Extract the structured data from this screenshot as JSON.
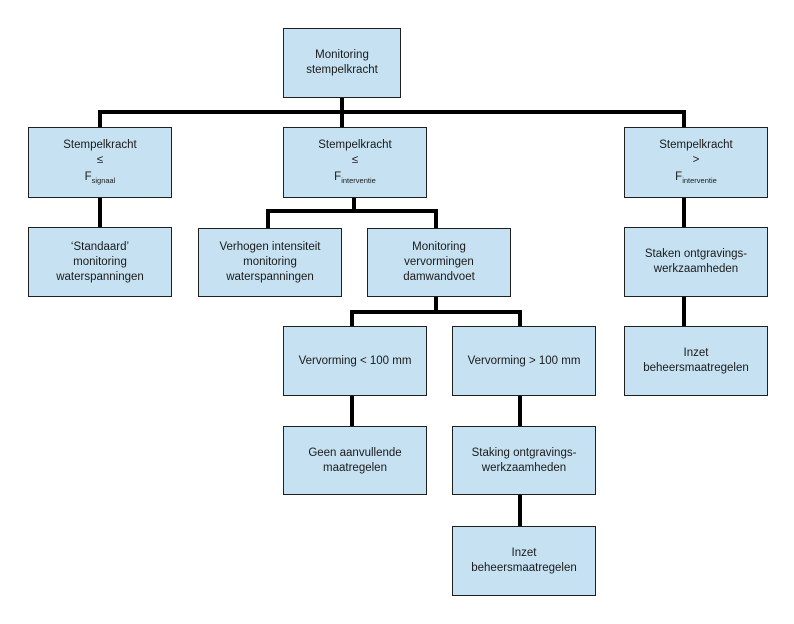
{
  "nodes": {
    "root": {
      "lines": [
        "Monitoring",
        "stempelkracht"
      ]
    },
    "left": {
      "line1": "Stempelkracht",
      "line2": "≤",
      "f": "F",
      "sub": "signaal"
    },
    "middle": {
      "line1": "Stempelkracht",
      "line2": "≤",
      "f": "F",
      "sub": "interventie"
    },
    "right": {
      "line1": "Stempelkracht",
      "line2": ">",
      "f": "F",
      "sub": "interventie"
    },
    "standaard": {
      "lines": [
        "‘Standaard’",
        "monitoring",
        "waterspanningen"
      ]
    },
    "verhogen": {
      "lines": [
        "Verhogen intensiteit",
        "monitoring",
        "waterspanningen"
      ]
    },
    "vervormingen": {
      "lines": [
        "Monitoring",
        "vervormingen",
        "damwandvoet"
      ]
    },
    "staken": {
      "lines": [
        "Staken ontgravings-",
        "werkzaamheden"
      ]
    },
    "lt100": {
      "lines": [
        "Vervorming < 100 mm"
      ]
    },
    "gt100": {
      "lines": [
        "Vervorming > 100 mm"
      ]
    },
    "inzet_right": {
      "lines": [
        "Inzet",
        "beheersmaatregelen"
      ]
    },
    "geen": {
      "lines": [
        "Geen aanvullende",
        "maatregelen"
      ]
    },
    "staking": {
      "lines": [
        "Staking ontgravings-",
        "werkzaamheden"
      ]
    },
    "inzet_bottom": {
      "lines": [
        "Inzet",
        "beheersmaatregelen"
      ]
    }
  },
  "edges": [
    [
      "root",
      "left"
    ],
    [
      "root",
      "middle"
    ],
    [
      "root",
      "right"
    ],
    [
      "left",
      "standaard"
    ],
    [
      "middle",
      "verhogen"
    ],
    [
      "middle",
      "vervormingen"
    ],
    [
      "right",
      "staken"
    ],
    [
      "staken",
      "inzet_right"
    ],
    [
      "vervormingen",
      "lt100"
    ],
    [
      "vervormingen",
      "gt100"
    ],
    [
      "lt100",
      "geen"
    ],
    [
      "gt100",
      "staking"
    ],
    [
      "staking",
      "inzet_bottom"
    ]
  ],
  "colors": {
    "box_fill": "#c6e2f2",
    "box_border": "#1f1f1f",
    "connector": "#000000"
  }
}
